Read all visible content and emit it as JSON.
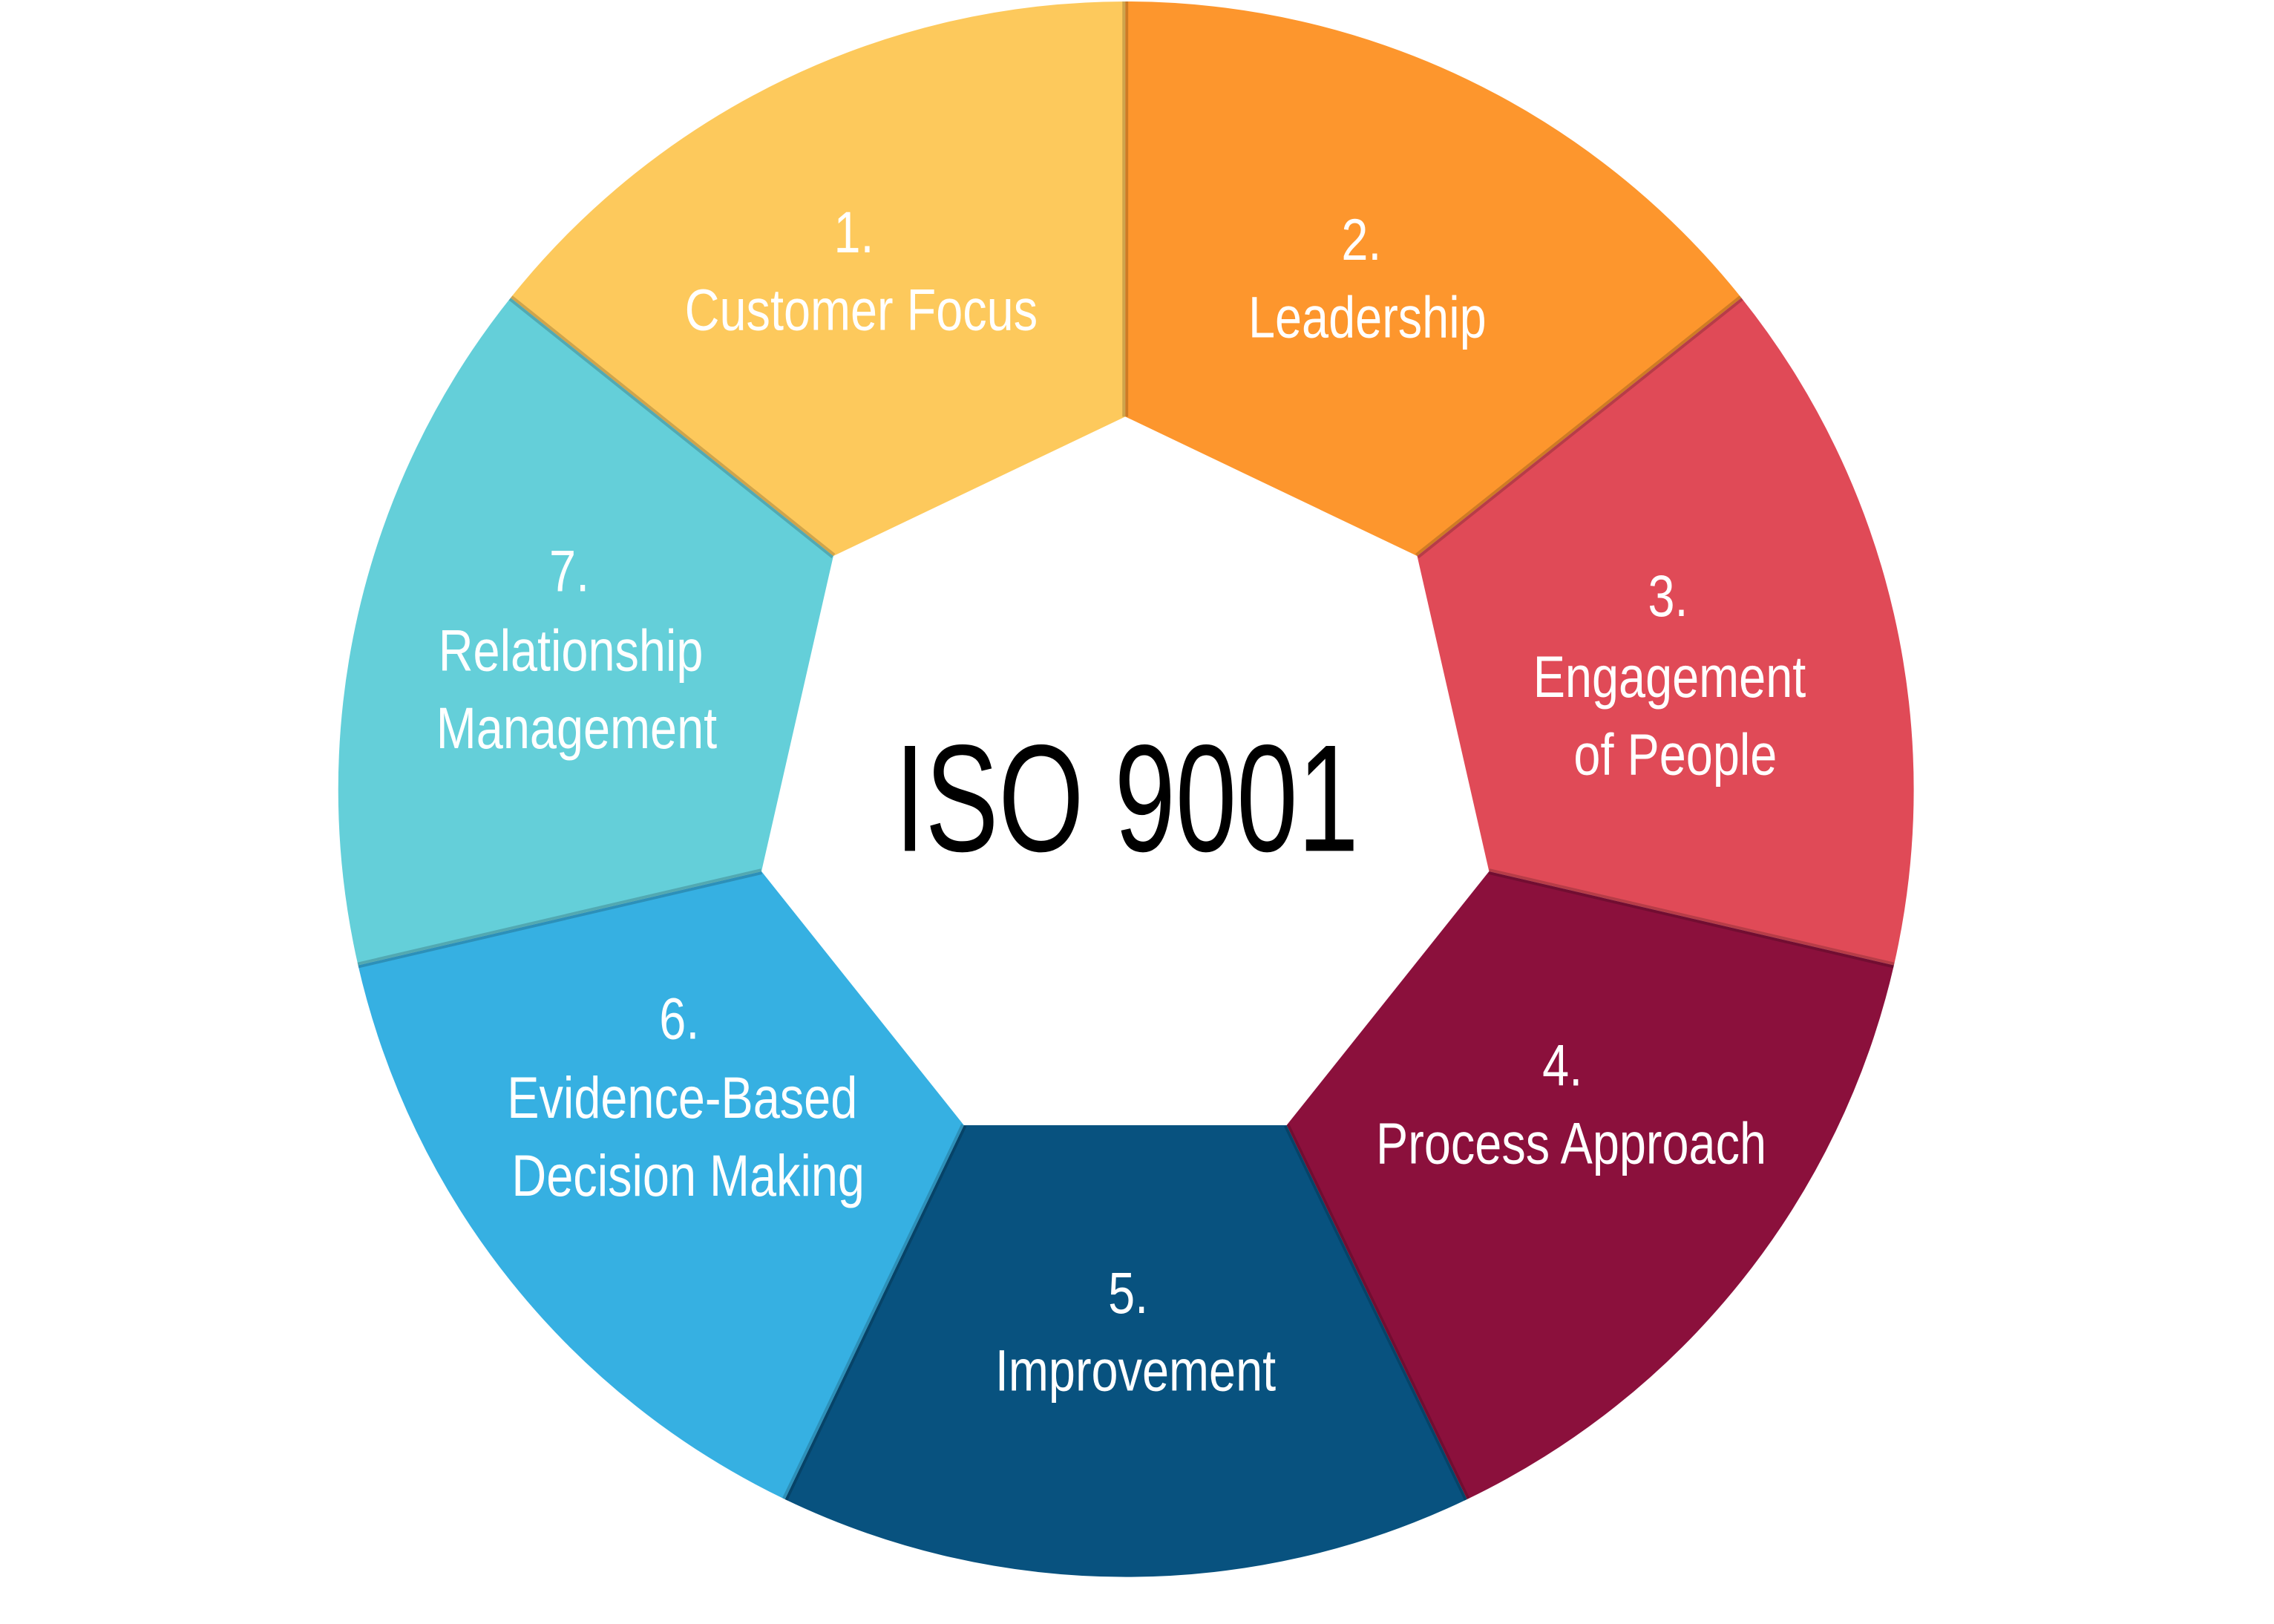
{
  "title": "ISO 9001",
  "colors": {
    "customer_focus": "#FDC95C",
    "leadership": "#FD962D",
    "engagement": "#E04A57",
    "process": "#8B103C",
    "improvement": "#08527F",
    "evidence": "#36B0E2",
    "relationship": "#64CFD9"
  },
  "principles": [
    {
      "number": "1.",
      "lines": [
        "Customer Focus"
      ]
    },
    {
      "number": "2.",
      "lines": [
        "Leadership"
      ]
    },
    {
      "number": "3.",
      "lines": [
        "Engagement",
        "of People"
      ]
    },
    {
      "number": "4.",
      "lines": [
        "Process Approach"
      ]
    },
    {
      "number": "5.",
      "lines": [
        "Improvement"
      ]
    },
    {
      "number": "6.",
      "lines": [
        "Evidence-Based",
        "Decision Making"
      ]
    },
    {
      "number": "7.",
      "lines": [
        "Relationship",
        "Management"
      ]
    }
  ]
}
